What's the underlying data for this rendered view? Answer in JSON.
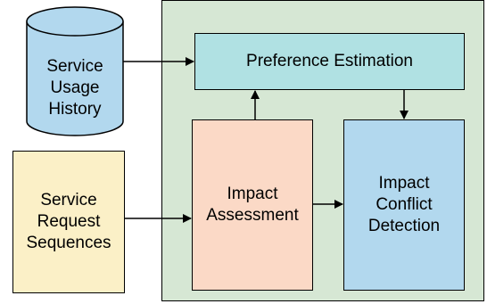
{
  "diagram": {
    "nodes": {
      "service_usage_history": "Service\nUsage\nHistory",
      "service_request_sequences": "Service\nRequest\nSequences",
      "preference_estimation": "Preference Estimation",
      "impact_assessment": "Impact\nAssessment",
      "impact_conflict_detection": "Impact\nConflict\nDetection"
    },
    "edges": [
      {
        "from": "service_usage_history",
        "to": "preference_estimation"
      },
      {
        "from": "service_request_sequences",
        "to": "impact_assessment"
      },
      {
        "from": "impact_assessment",
        "to": "preference_estimation"
      },
      {
        "from": "preference_estimation",
        "to": "impact_conflict_detection"
      },
      {
        "from": "impact_assessment",
        "to": "impact_conflict_detection"
      }
    ],
    "colors": {
      "container": "#d6e7d4",
      "preference_estimation": "#b0e1e3",
      "impact_assessment": "#fbd9c6",
      "impact_conflict_detection": "#b2d8ee",
      "service_request_sequences": "#fbf0c7",
      "service_usage_history": "#b2d8ee"
    }
  }
}
